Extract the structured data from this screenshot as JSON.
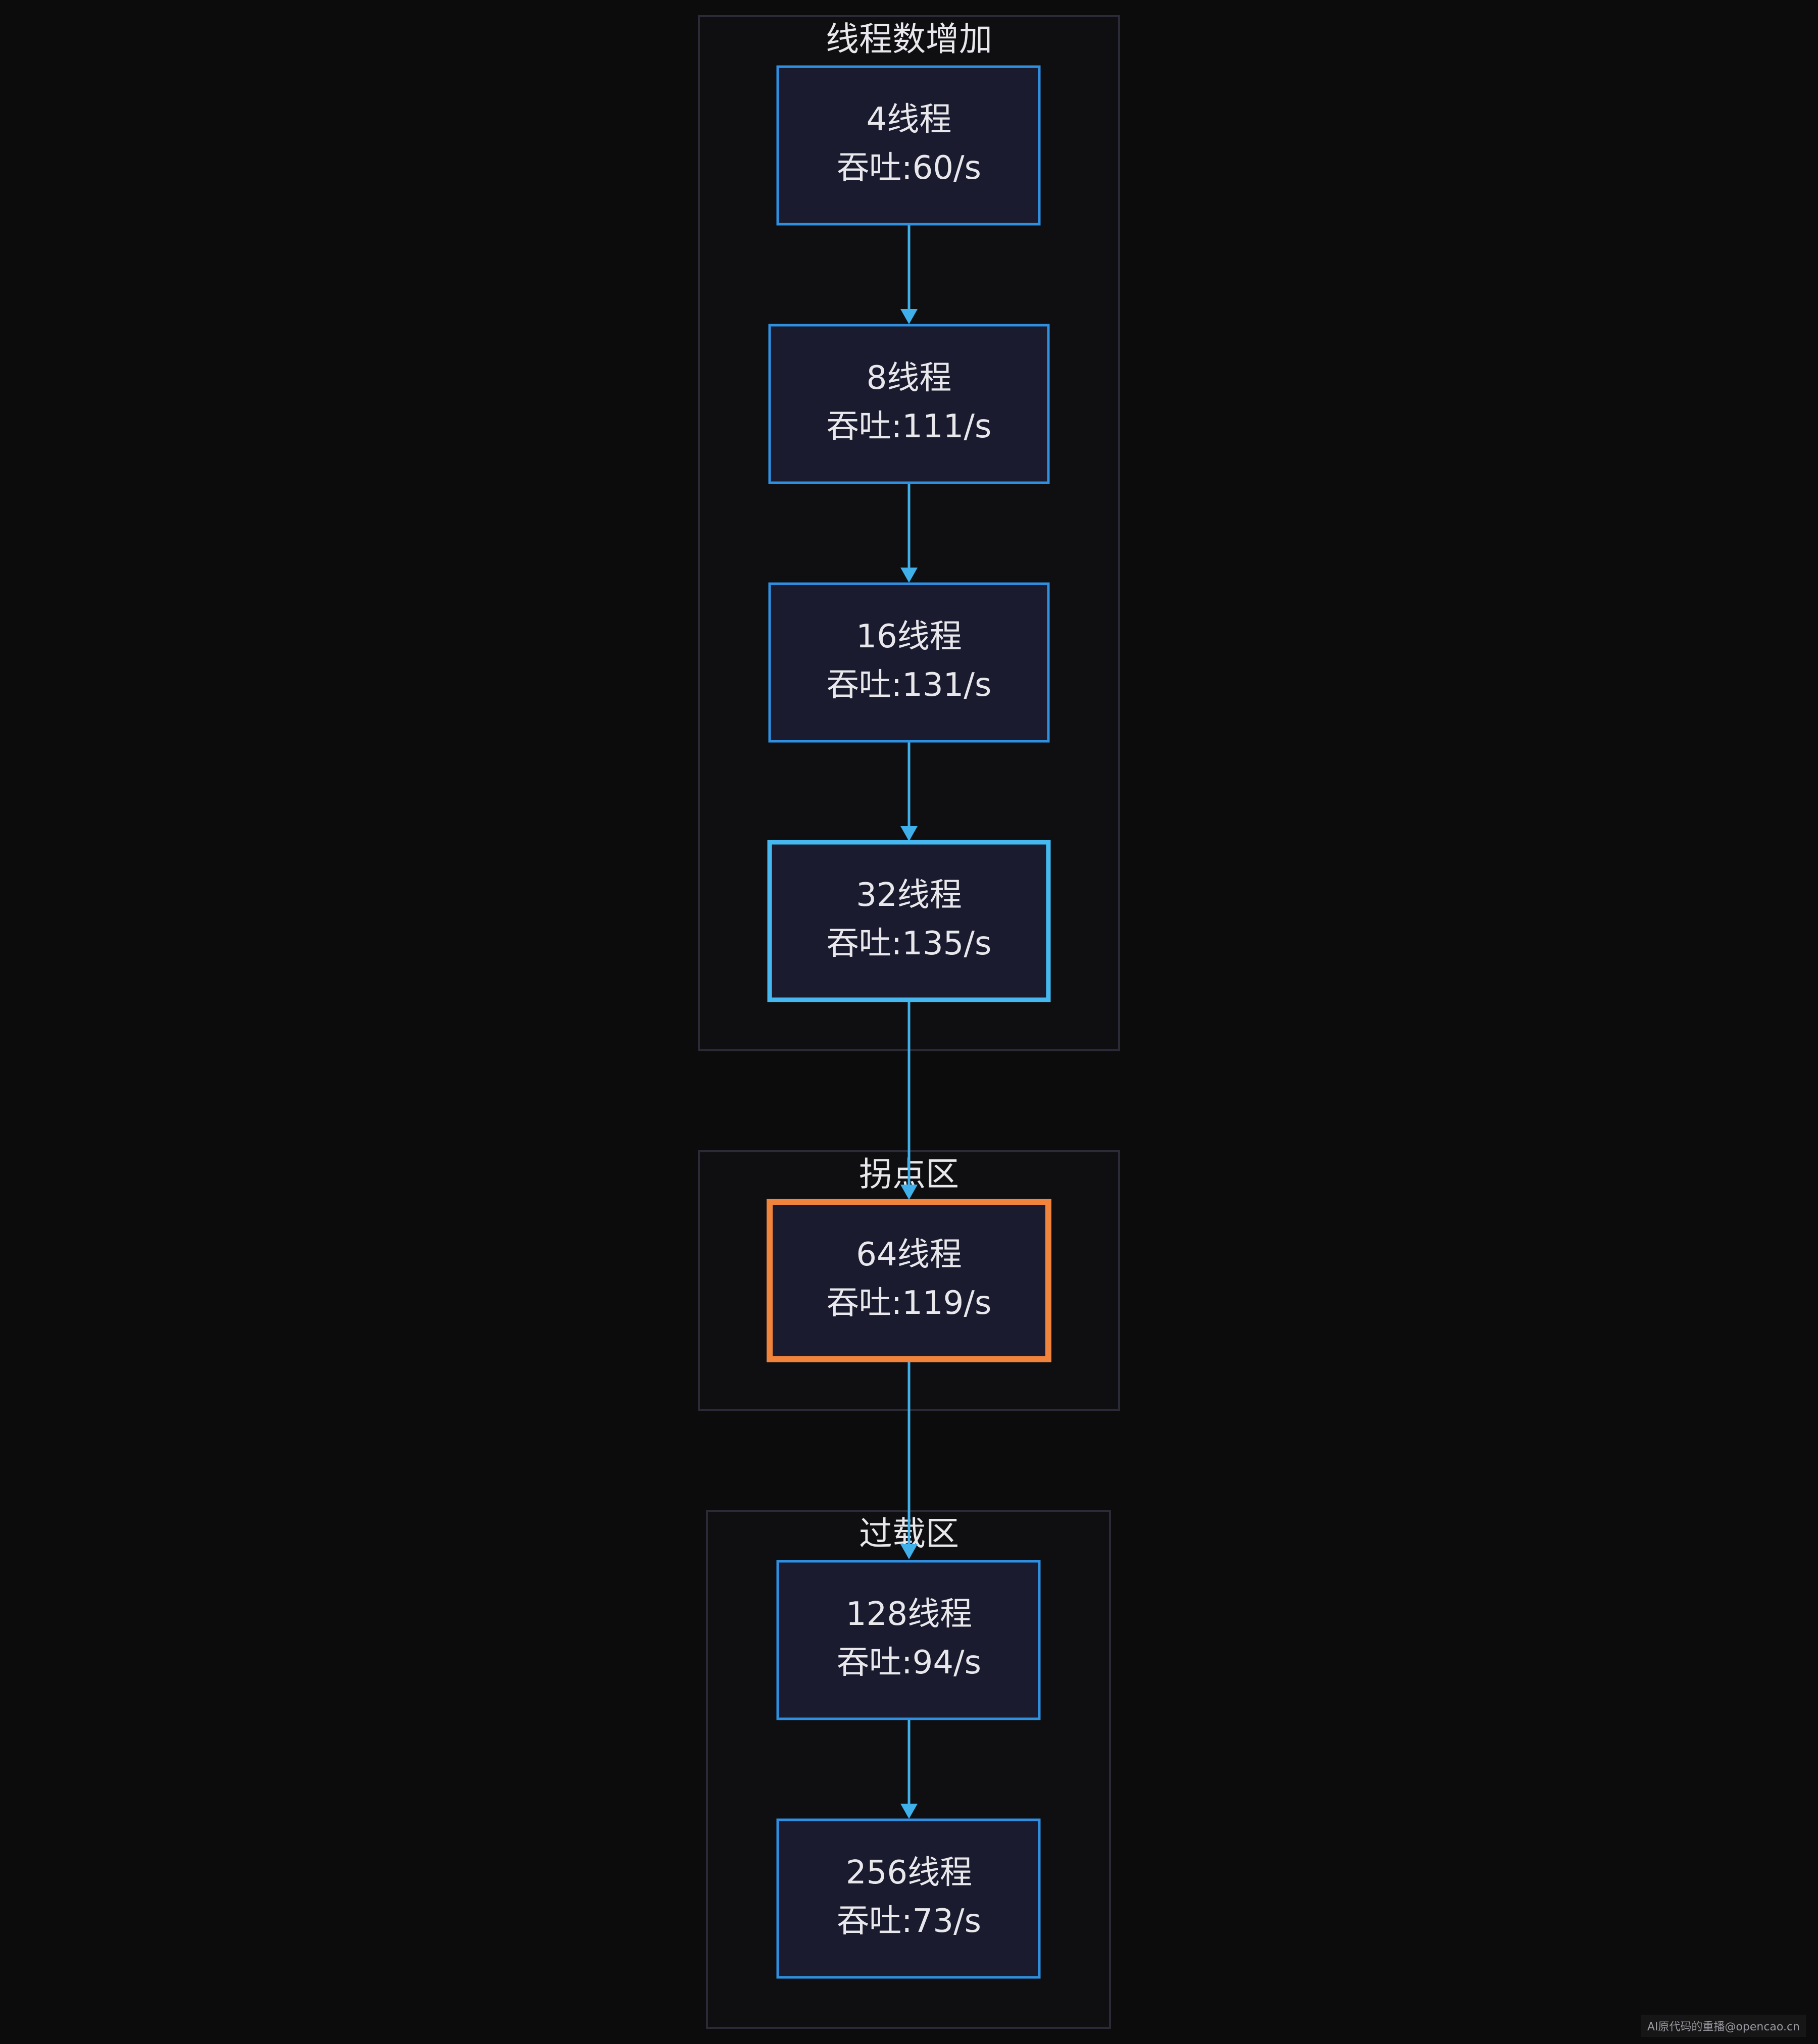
{
  "groups": [
    {
      "id": "g1",
      "title": "线程数增加"
    },
    {
      "id": "g2",
      "title": "拐点区"
    },
    {
      "id": "g3",
      "title": "过载区"
    }
  ],
  "nodes": [
    {
      "id": "n4",
      "line1": "4线程",
      "line2": "吞吐:60/s"
    },
    {
      "id": "n8",
      "line1": "8线程",
      "line2": "吞吐:111/s"
    },
    {
      "id": "n16",
      "line1": "16线程",
      "line2": "吞吐:131/s"
    },
    {
      "id": "n32",
      "line1": "32线程",
      "line2": "吞吐:135/s"
    },
    {
      "id": "n64",
      "line1": "64线程",
      "line2": "吞吐:119/s"
    },
    {
      "id": "n128",
      "line1": "128线程",
      "line2": "吞吐:94/s"
    },
    {
      "id": "n256",
      "line1": "256线程",
      "line2": "吞吐:73/s"
    }
  ],
  "edges": [
    {
      "from": "n4",
      "to": "n8"
    },
    {
      "from": "n8",
      "to": "n16"
    },
    {
      "from": "n16",
      "to": "n32"
    },
    {
      "from": "n32",
      "to": "n64"
    },
    {
      "from": "n64",
      "to": "n128"
    },
    {
      "from": "n128",
      "to": "n256"
    }
  ],
  "colors": {
    "background": "#0c0c0c",
    "node_fill": "#1a1b2e",
    "node_border": "#2f8fe0",
    "highlight_border": "#45b8f0",
    "peak_border": "#f0843c",
    "edge": "#3fb0ea",
    "text": "#e8e8ec"
  },
  "footer": {
    "text": "AI原代码的重播@opencao.cn"
  }
}
